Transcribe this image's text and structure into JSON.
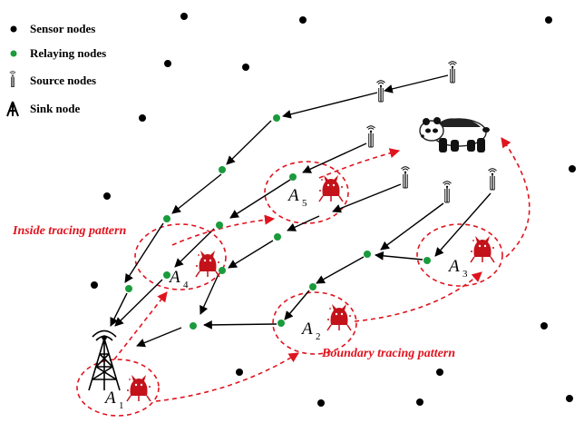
{
  "legend": {
    "sensor": "Sensor nodes",
    "relaying": "Relaying nodes",
    "source": "Source nodes",
    "sink": "Sink node"
  },
  "patterns": {
    "inside": "Inside tracing pattern",
    "boundary": "Boundary tracing pattern"
  },
  "agents": {
    "a1": {
      "letter": "A",
      "sub": "1"
    },
    "a2": {
      "letter": "A",
      "sub": "2"
    },
    "a3": {
      "letter": "A",
      "sub": "3"
    },
    "a4": {
      "letter": "A",
      "sub": "4"
    },
    "a5": {
      "letter": "A",
      "sub": "5"
    }
  },
  "colors": {
    "sensor": "#000000",
    "relay": "#1a9b3c",
    "path": "#000000",
    "tracing": "#e0141e"
  }
}
